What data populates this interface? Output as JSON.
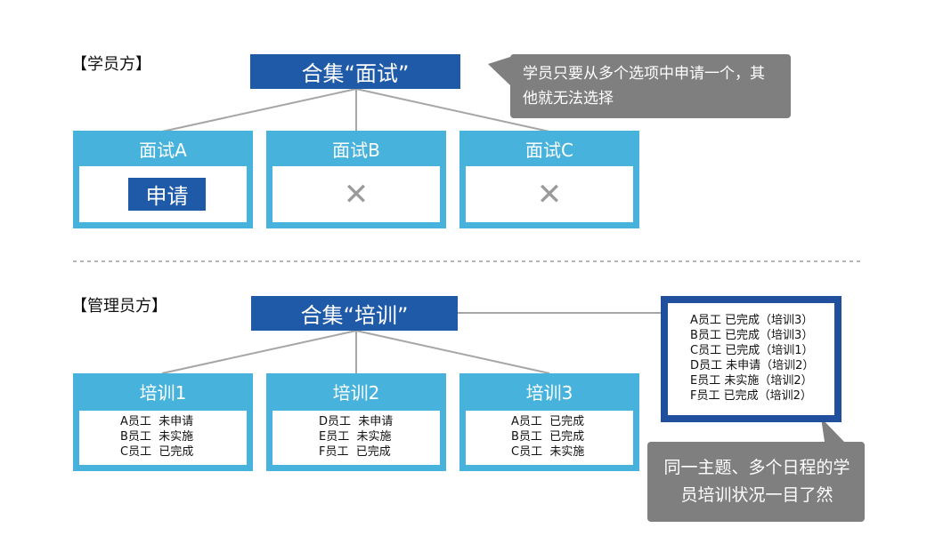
{
  "trainee_section": {
    "label": "【学员方】",
    "header": "合集“面试”",
    "callout": "学员只要从多个选项中申请一个，其他就无法选择",
    "cards": [
      {
        "title": "面试A",
        "action": "申请"
      },
      {
        "title": "面试B",
        "state": "✕"
      },
      {
        "title": "面试C",
        "state": "✕"
      }
    ]
  },
  "admin_section": {
    "label": "【管理员方】",
    "header": "合集“培训”",
    "cards": [
      {
        "title": "培训1",
        "rows": [
          "A员工  未申请",
          "B员工  未实施",
          "C员工  已完成"
        ]
      },
      {
        "title": "培训2",
        "rows": [
          "D员工  未申请",
          "E员工  未实施",
          "F员工  已完成"
        ]
      },
      {
        "title": "培训3",
        "rows": [
          "A员工  已完成",
          "B员工  已完成",
          "C员工  未实施"
        ]
      }
    ],
    "summary": [
      "A员工 已完成（培训3）",
      "B员工 已完成（培训3）",
      "C员工 已完成（培训1）",
      "D员工 未申请（培训2）",
      "E员工 未实施（培训2）",
      "F员工 已完成（培训2）"
    ],
    "callout": "同一主题、多个日程的学员培训状况一目了然"
  },
  "colors": {
    "dark_blue": "#1f5aa8",
    "light_blue": "#47b3dd",
    "callout_gray": "#7f7f7f"
  }
}
